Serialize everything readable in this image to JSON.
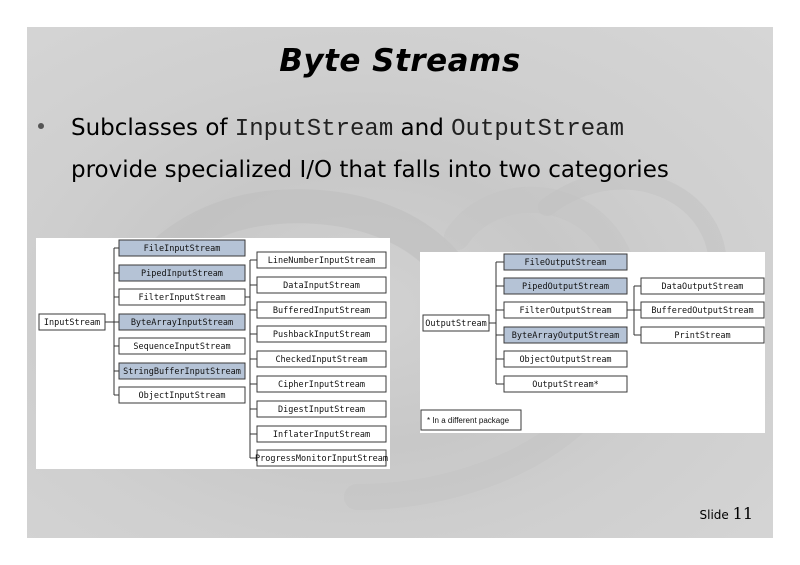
{
  "title": "Byte Streams",
  "bullet": {
    "part1": "Subclasses of ",
    "code1": "InputStream",
    "part2": " and ",
    "code2": "OutputStream",
    "line2": "provide specialized I/O that falls into two categories"
  },
  "input_diagram": {
    "root": "InputStream",
    "children": [
      {
        "label": "FileInputStream",
        "highlight": true
      },
      {
        "label": "PipedInputStream",
        "highlight": true
      },
      {
        "label": "FilterInputStream",
        "highlight": false
      },
      {
        "label": "ByteArrayInputStream",
        "highlight": true
      },
      {
        "label": "SequenceInputStream",
        "highlight": false
      },
      {
        "label": "StringBufferInputStream",
        "highlight": true
      },
      {
        "label": "ObjectInputStream",
        "highlight": false
      }
    ],
    "filter_children": [
      "LineNumberInputStream",
      "DataInputStream",
      "BufferedInputStream",
      "PushbackInputStream",
      "CheckedInputStream",
      "CipherInputStream",
      "DigestInputStream",
      "InflaterInputStream",
      "ProgressMonitorInputStream"
    ]
  },
  "output_diagram": {
    "root": "OutputStream",
    "children": [
      {
        "label": "FileOutputStream",
        "highlight": true
      },
      {
        "label": "PipedOutputStream",
        "highlight": true
      },
      {
        "label": "FilterOutputStream",
        "highlight": false
      },
      {
        "label": "ByteArrayOutputStream",
        "highlight": true
      },
      {
        "label": "ObjectOutputStream",
        "highlight": false
      },
      {
        "label": "OutputStream*",
        "highlight": false
      }
    ],
    "filter_children": [
      "DataOutputStream",
      "BufferedOutputStream",
      "PrintStream"
    ],
    "note": "* In a different package"
  },
  "colors": {
    "highlight_fill": "#b5c3d6",
    "box_border": "#3a3a3a"
  },
  "slide_number": {
    "label": "Slide",
    "value": "11"
  }
}
